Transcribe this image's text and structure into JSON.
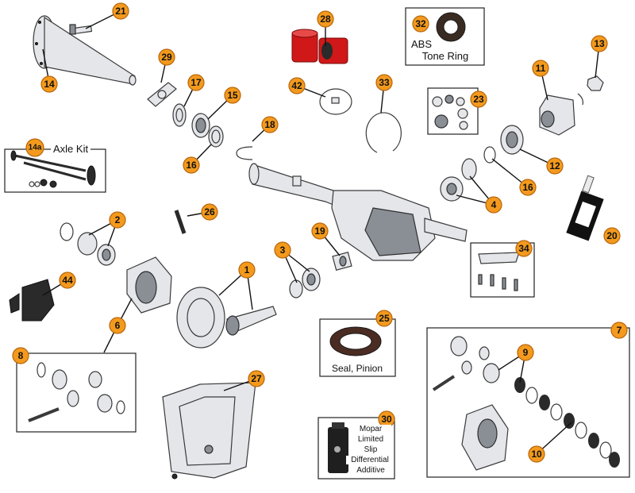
{
  "colors": {
    "callout_fill": "#f39a1e",
    "callout_stroke": "#b8650a",
    "line": "#111111",
    "red_part": "#d01818"
  },
  "callouts": [
    {
      "id": "c1",
      "num": "1"
    },
    {
      "id": "c2",
      "num": "2"
    },
    {
      "id": "c3",
      "num": "3"
    },
    {
      "id": "c4",
      "num": "4"
    },
    {
      "id": "c6",
      "num": "6"
    },
    {
      "id": "c7",
      "num": "7"
    },
    {
      "id": "c8",
      "num": "8"
    },
    {
      "id": "c9",
      "num": "9"
    },
    {
      "id": "c10",
      "num": "10"
    },
    {
      "id": "c11",
      "num": "11"
    },
    {
      "id": "c12",
      "num": "12"
    },
    {
      "id": "c13",
      "num": "13"
    },
    {
      "id": "c14",
      "num": "14"
    },
    {
      "id": "c14a",
      "num": "14a"
    },
    {
      "id": "c15",
      "num": "15"
    },
    {
      "id": "c16a",
      "num": "16"
    },
    {
      "id": "c16b",
      "num": "16"
    },
    {
      "id": "c17",
      "num": "17"
    },
    {
      "id": "c18",
      "num": "18"
    },
    {
      "id": "c19",
      "num": "19"
    },
    {
      "id": "c20",
      "num": "20"
    },
    {
      "id": "c21",
      "num": "21"
    },
    {
      "id": "c23",
      "num": "23"
    },
    {
      "id": "c25",
      "num": "25"
    },
    {
      "id": "c26",
      "num": "26"
    },
    {
      "id": "c27",
      "num": "27"
    },
    {
      "id": "c28",
      "num": "28"
    },
    {
      "id": "c29",
      "num": "29"
    },
    {
      "id": "c30",
      "num": "30"
    },
    {
      "id": "c32",
      "num": "32"
    },
    {
      "id": "c33",
      "num": "33"
    },
    {
      "id": "c34",
      "num": "34"
    },
    {
      "id": "c42",
      "num": "42"
    },
    {
      "id": "c44",
      "num": "44"
    }
  ],
  "labels": {
    "axle_kit": "Axle Kit",
    "abs_line1": "ABS",
    "abs_line2": "Tone Ring",
    "seal_pinion": "Seal, Pinion",
    "additive_line1": "Mopar",
    "additive_line2": "Limited",
    "additive_line3": "Slip",
    "additive_line4": "Differential",
    "additive_line5": "Additive"
  }
}
